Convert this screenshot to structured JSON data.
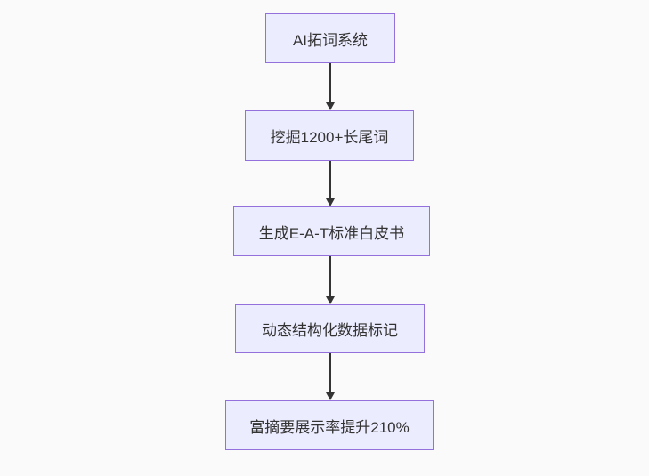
{
  "diagram": {
    "type": "flowchart",
    "direction": "top-down",
    "nodes": [
      {
        "id": "n1",
        "label": "AI拓词系统"
      },
      {
        "id": "n2",
        "label": "挖掘1200+长尾词"
      },
      {
        "id": "n3",
        "label": "生成E-A-T标准白皮书"
      },
      {
        "id": "n4",
        "label": "动态结构化数据标记"
      },
      {
        "id": "n5",
        "label": "富摘要展示率提升210%"
      }
    ],
    "edges": [
      {
        "from": "n1",
        "to": "n2"
      },
      {
        "from": "n2",
        "to": "n3"
      },
      {
        "from": "n3",
        "to": "n4"
      },
      {
        "from": "n4",
        "to": "n5"
      }
    ],
    "colors": {
      "background": "#fafafa",
      "node_fill": "#ECECFF",
      "node_border": "#9370DB",
      "text": "#333333",
      "arrow": "#333333"
    }
  }
}
